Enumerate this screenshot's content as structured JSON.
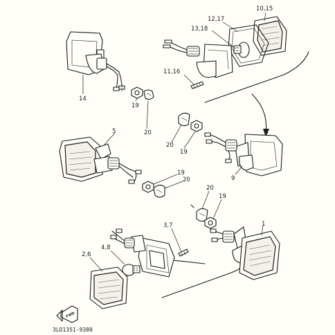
{
  "labels": {
    "p10_15": "10,15",
    "p12_17": "12,17",
    "p13_18": "13,18",
    "p11_16": "11,16",
    "p14": "14",
    "p19_a": "19",
    "p20_a": "20",
    "p5": "5",
    "p20_b": "20",
    "p19_b": "19",
    "p9": "9",
    "p19_c": "19",
    "p20_c": "20",
    "p20_d": "20",
    "p19_d": "19",
    "p3_7": "3,7",
    "p1": "1",
    "p2_6": "2,6",
    "p4_8": "4,8"
  },
  "fwd_label": "FWD",
  "diagram_code": "3LD1351-9380"
}
